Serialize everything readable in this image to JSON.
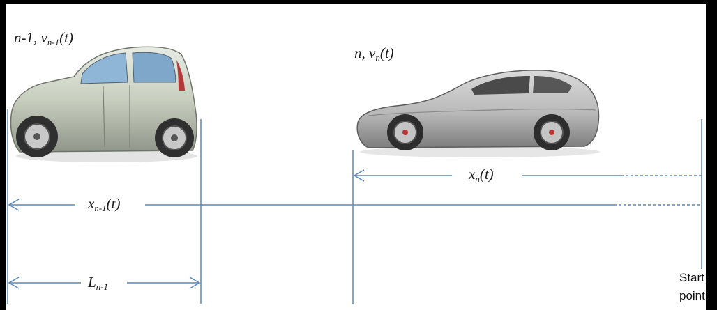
{
  "labels": {
    "car_rear": {
      "main": "n-1, v",
      "sub": "n-1",
      "tail": "(t)"
    },
    "car_front": {
      "main": "n, v",
      "sub": "n",
      "tail": "(t)"
    },
    "x_front": {
      "main": "x",
      "sub": "n",
      "tail": "(t)"
    },
    "x_rear": {
      "main": "x",
      "sub": "n-1",
      "tail": "(t)"
    },
    "length_rear": {
      "main": "L",
      "sub": "n-1"
    }
  },
  "start_point": {
    "line1": "Start",
    "line2": "point"
  },
  "colors": {
    "arrow": "#5b86b5",
    "car_rear_body": "#c9cfbf",
    "car_front_body": "#b9b9b9",
    "wheel": "#333333"
  },
  "icons": {
    "car_rear": "hatchback-car-icon",
    "car_front": "sports-car-icon"
  }
}
